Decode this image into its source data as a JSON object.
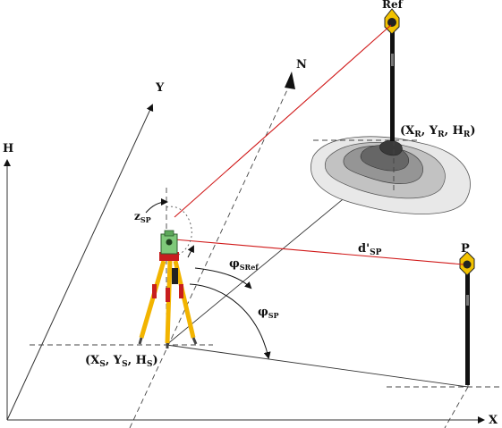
{
  "labels": {
    "h_axis": "H",
    "x_axis": "X",
    "y_axis": "Y",
    "n_axis": "N",
    "ref": "Ref",
    "ref_coords": "(X",
    "ref_coords_r1": "R",
    "ref_coords_sep1": ", Y",
    "ref_coords_r2": "R",
    "ref_coords_sep2": ", H",
    "ref_coords_r3": "R",
    "ref_coords_end": ")",
    "station_coords": "(X",
    "station_coords_s1": "S",
    "station_coords_sep1": ", Y",
    "station_coords_s2": "S",
    "station_coords_sep2": ", H",
    "station_coords_s3": "S",
    "station_coords_end": ")",
    "point_p": "P",
    "distance": "d'",
    "distance_sub": "SP",
    "zenith": "z",
    "zenith_sub": "SP",
    "phi_ref": "φ",
    "phi_ref_sub": "SRef",
    "phi_sp": "φ",
    "phi_sp_sub": "SP"
  },
  "colors": {
    "sight_line": "#d01818",
    "tripod_leg": "#f2b400",
    "tripod_head": "#c81e1e",
    "instrument": "#7fc97a",
    "terrain_dark": "#3f3f3f",
    "terrain_light": "#e6e6e6"
  }
}
